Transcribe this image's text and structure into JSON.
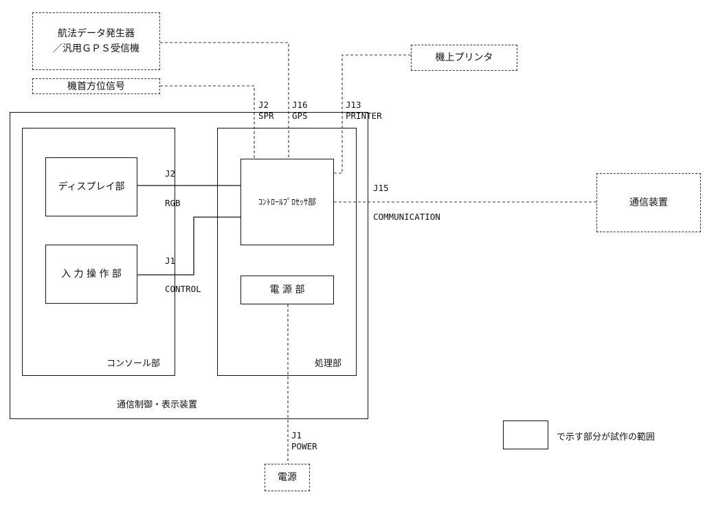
{
  "external": {
    "nav_data_generator": "航法データ発生器\n／汎用ＧＰＳ受信機",
    "heading_signal": "機首方位信号",
    "onboard_printer": "機上プリンタ",
    "comm_device": "通信装置",
    "power_source": "電源"
  },
  "console": {
    "label": "コンソール部",
    "display_unit": "ディスプレイ部",
    "input_unit": "入 力 操 作 部"
  },
  "processing": {
    "label": "処理部",
    "control_processor": "ｺﾝﾄﾛｰﾙﾌﾟﾛｾｯｻ部",
    "power_unit": "電 源 部"
  },
  "system_title": "通信制御・表示装置",
  "connectors": {
    "j2_spr": "J2\nSPR",
    "j16_gps": "J16\nGPS",
    "j13_printer": "J13\nPRINTER",
    "j2": "J2",
    "rgb": "RGB",
    "j1": "J1",
    "control": "CONTROL",
    "j15": "J15",
    "communication": "COMMUNICATION",
    "j1_power": "J1\nPOWER"
  },
  "legend": {
    "text": "で示す部分が試作の範囲"
  }
}
